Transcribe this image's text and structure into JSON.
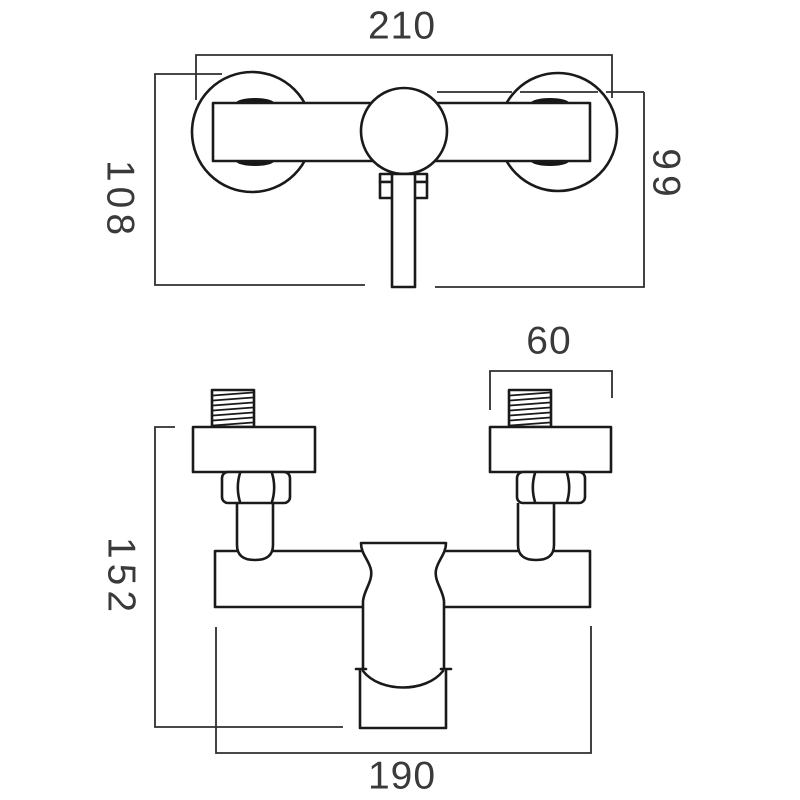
{
  "drawing": {
    "front_view": {
      "width_label": "210",
      "left_height_label": "108",
      "right_height_label": "99"
    },
    "plan_view": {
      "connector_width_label": "60",
      "height_label": "152",
      "width_label": "190"
    },
    "colors": {
      "background": "#ffffff",
      "object_line": "#1a1a1a",
      "dimension_line": "#2e2e2e",
      "label_text": "#3a3a3a"
    }
  }
}
